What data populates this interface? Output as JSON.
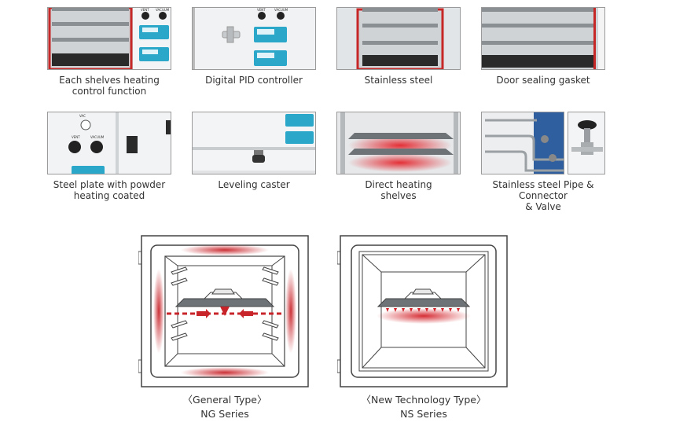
{
  "features": [
    {
      "line1": "Each shelves heating",
      "line2": "control function"
    },
    {
      "line1": "Digital PID controller",
      "line2": ""
    },
    {
      "line1": "Stainless steel",
      "line2": ""
    },
    {
      "line1": "Door sealing gasket",
      "line2": ""
    },
    {
      "line1": "Steel plate with powder",
      "line2": "heating coated"
    },
    {
      "line1": "Leveling caster",
      "line2": ""
    },
    {
      "line1": "Direct heating",
      "line2": "shelves"
    },
    {
      "line1": "Stainless steel Pipe & Connector",
      "line2": "& Valve"
    }
  ],
  "panel_labels": {
    "vent": "VENT",
    "vacuum": "VACUUM"
  },
  "comparison": [
    {
      "type": "〈General Type〉",
      "series": "NG Series"
    },
    {
      "type": "〈New Technology Type〉",
      "series": "NS Series"
    }
  ],
  "colors": {
    "heat": "#d0242b",
    "frame": "#555555",
    "panel": "#2aa7c9"
  }
}
